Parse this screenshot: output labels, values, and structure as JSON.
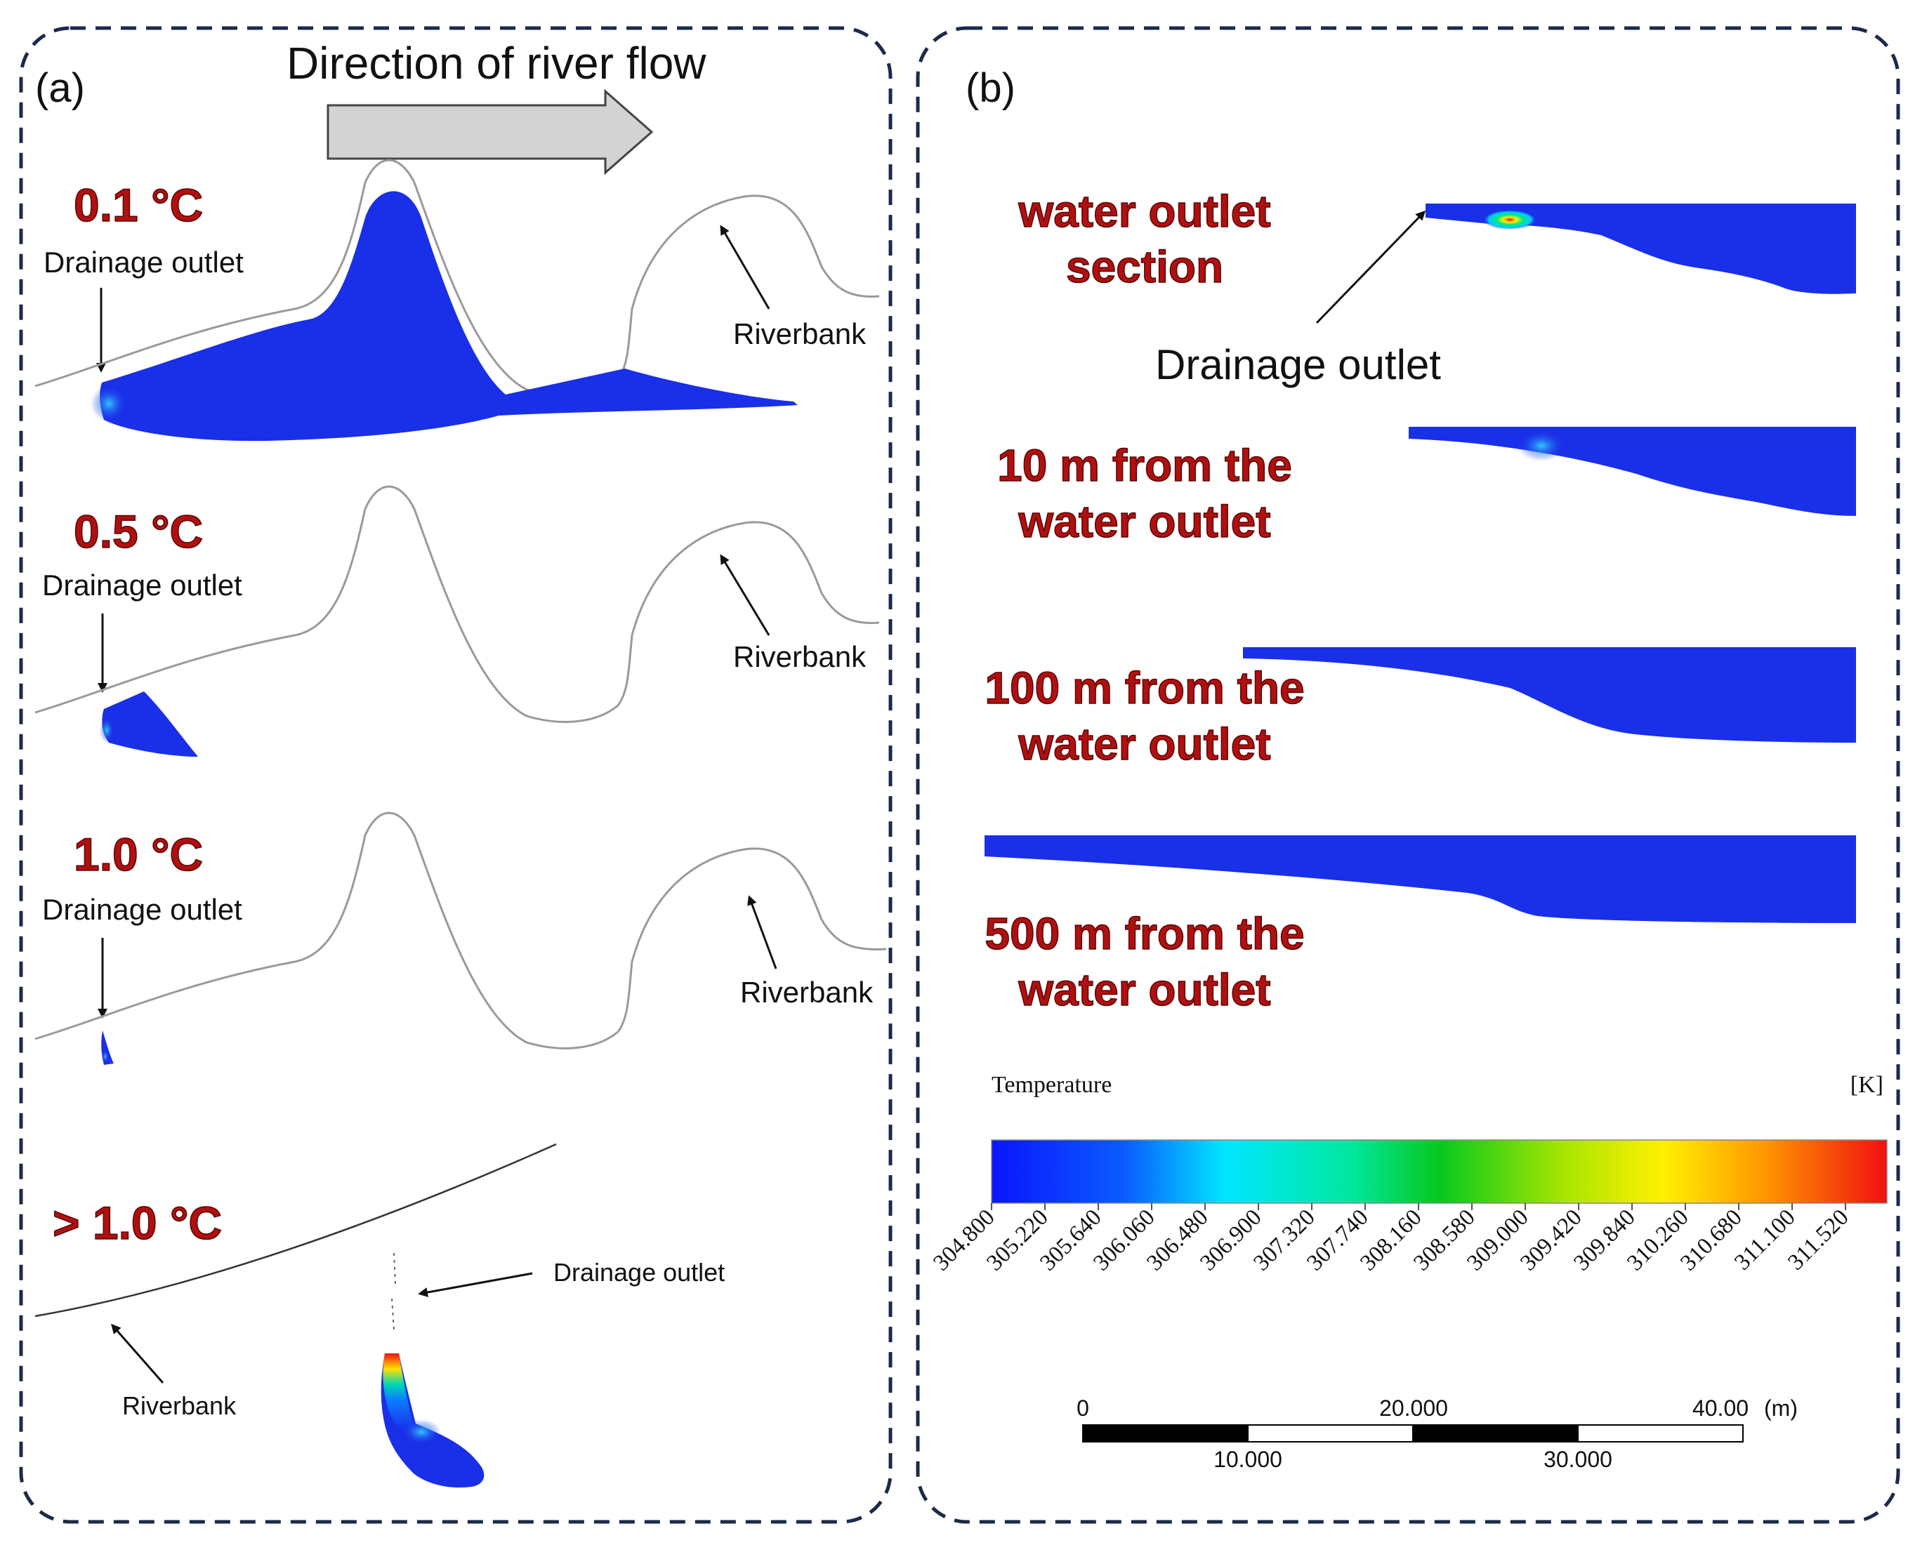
{
  "panel_a": {
    "label": "(a)",
    "flow_title": "Direction of river flow",
    "rows": [
      {
        "threshold": "0.1 °C",
        "outlet_label": "Drainage outlet",
        "bank_label": "Riverbank"
      },
      {
        "threshold": "0.5 °C",
        "outlet_label": "Drainage outlet",
        "bank_label": "Riverbank"
      },
      {
        "threshold": "1.0 °C",
        "outlet_label": "Drainage outlet",
        "bank_label": "Riverbank"
      },
      {
        "threshold": "> 1.0 °C",
        "outlet_label": "Drainage outlet",
        "bank_label": "Riverbank"
      }
    ]
  },
  "panel_b": {
    "label": "(b)",
    "sections": [
      {
        "line1": "water outlet",
        "line2": "section"
      },
      {
        "line1": "10 m from the",
        "line2": "water outlet"
      },
      {
        "line1": "100 m from the",
        "line2": "water outlet"
      },
      {
        "line1": "500 m from the",
        "line2": "water outlet"
      }
    ],
    "outlet_label": "Drainage outlet",
    "colorbar": {
      "title": "Temperature",
      "unit": "[K]",
      "ticks": [
        "304.800",
        "305.220",
        "305.640",
        "306.060",
        "306.480",
        "306.900",
        "307.320",
        "307.740",
        "308.160",
        "308.580",
        "309.000",
        "309.420",
        "309.840",
        "310.260",
        "310.680",
        "311.100",
        "311.520"
      ]
    },
    "scalebar": {
      "top_labels": [
        "0",
        "20.000",
        "40.00"
      ],
      "bottom_labels": [
        "10.000",
        "30.000"
      ],
      "unit": "(m)"
    }
  },
  "colors": {
    "frame": "#1b2a4a",
    "plume": "#1a2fe8",
    "threshold_text": "#b01010"
  }
}
